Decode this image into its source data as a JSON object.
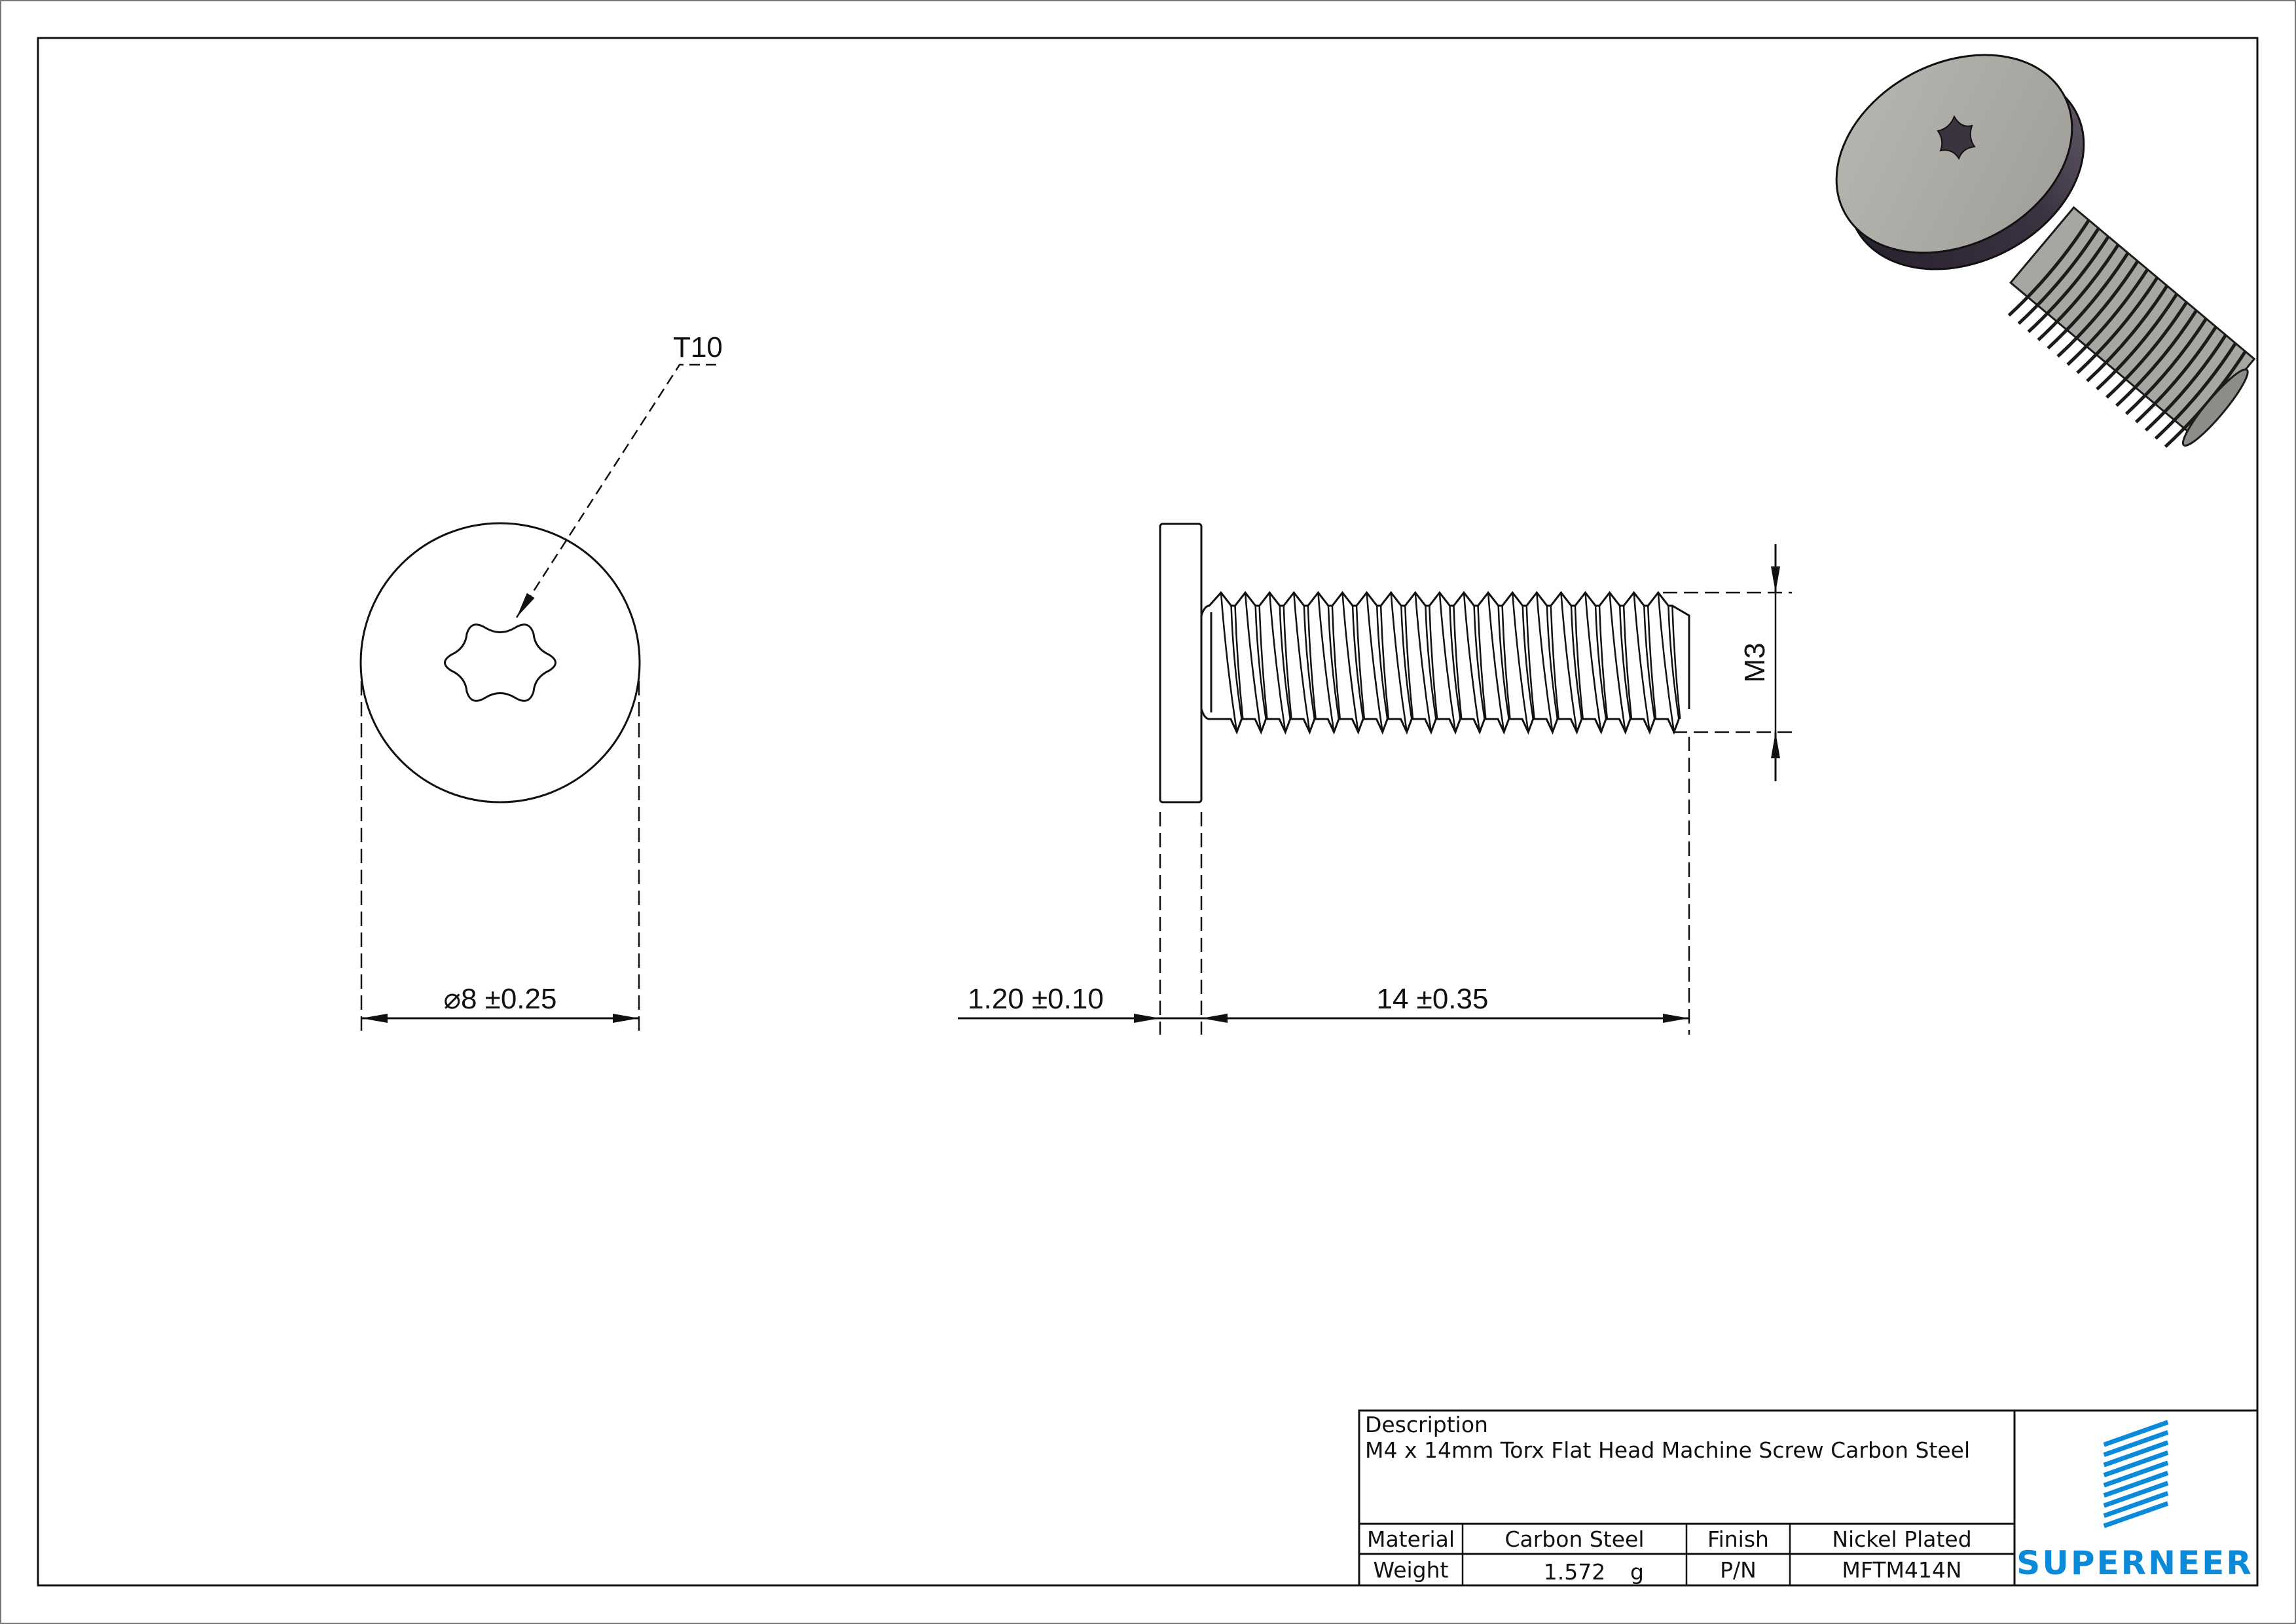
{
  "drawing": {
    "front_view": {
      "drive_callout": "T10",
      "diameter_dimension": "⌀8 ±0.25"
    },
    "side_view": {
      "head_thickness_dimension": "1.20 ±0.10",
      "length_dimension": "14 ±0.35",
      "thread_dimension": "M3"
    },
    "isometric_view": {
      "icon": "screw-3d-render-icon"
    }
  },
  "title_block": {
    "description_label": "Description",
    "description_value": "M4 x 14mm Torx Flat Head Machine Screw Carbon Steel",
    "material_label": "Material",
    "material_value": "Carbon Steel",
    "finish_label": "Finish",
    "finish_value": "Nickel Plated",
    "weight_label": "Weight",
    "weight_value": "1.572",
    "weight_unit": "g",
    "pn_label": "P/N",
    "pn_value": "MFTM414N",
    "logo_text": "SUPERNEER"
  },
  "colors": {
    "brand_blue": "#0b8ad9",
    "line": "#111111",
    "screw_steel": "#a9a7a2",
    "screw_dark": "#2a2430"
  }
}
